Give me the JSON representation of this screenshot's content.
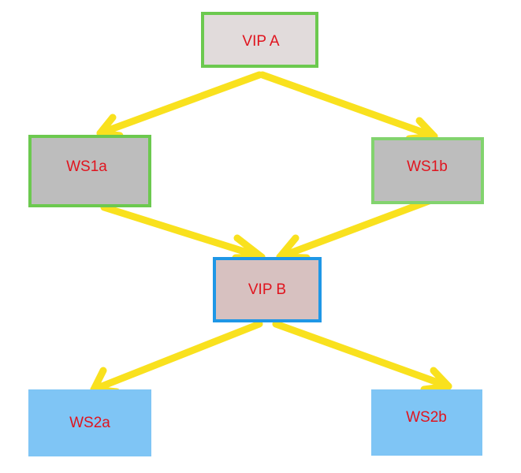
{
  "colors": {
    "background": "#ffffff",
    "arrow": "#f9e11e",
    "label": "#e0141e",
    "green_border": "#6cc94f",
    "green_border_light": "#82d36e",
    "blue_border": "#1f97e6",
    "vip_a_fill": "#e1dbdb",
    "ws1_fill": "#bdbdbd",
    "vip_b_fill": "#d7c1c0",
    "ws2_fill": "#7fc5f5"
  },
  "nodes": {
    "vip_a": {
      "label": "VIP A"
    },
    "ws1a": {
      "label": "WS1a"
    },
    "ws1b": {
      "label": "WS1b"
    },
    "vip_b": {
      "label": "VIP B"
    },
    "ws2a": {
      "label": "WS2a"
    },
    "ws2b": {
      "label": "WS2b"
    }
  },
  "edges": [
    {
      "from": "VIP A",
      "to": "WS1a"
    },
    {
      "from": "VIP A",
      "to": "WS1b"
    },
    {
      "from": "WS1a",
      "to": "VIP B"
    },
    {
      "from": "WS1b",
      "to": "VIP B"
    },
    {
      "from": "VIP B",
      "to": "WS2a"
    },
    {
      "from": "VIP B",
      "to": "WS2b"
    }
  ]
}
